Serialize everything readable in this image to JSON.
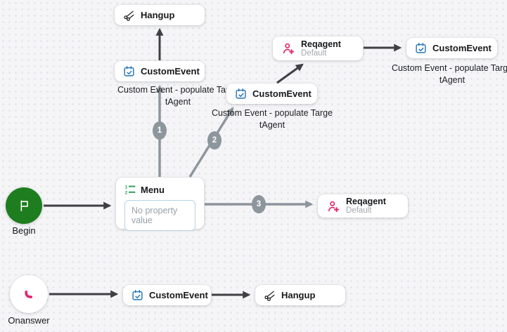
{
  "nodes": {
    "hangup_top": {
      "label": "Hangup"
    },
    "customevent_top_left": {
      "label": "CustomEvent",
      "caption_line1": "Custom Event - populate Targe",
      "caption_line2": "tAgent"
    },
    "reqagent_top": {
      "label": "Reqagent",
      "sublabel": "Default"
    },
    "customevent_top_right": {
      "label": "CustomEvent",
      "caption_line1": "Custom Event - populate Targe",
      "caption_line2": "tAgent"
    },
    "customevent_middle": {
      "label": "CustomEvent",
      "caption_line1": "Custom Event - populate Targe",
      "caption_line2": "tAgent"
    },
    "menu": {
      "label": "Menu",
      "property_placeholder": "No property value"
    },
    "reqagent_right": {
      "label": "Reqagent",
      "sublabel": "Default"
    },
    "begin": {
      "label": "Begin"
    },
    "onanswer": {
      "label": "Onanswer"
    },
    "customevent_bottom": {
      "label": "CustomEvent"
    },
    "hangup_bottom": {
      "label": "Hangup"
    }
  },
  "edge_badges": {
    "badge_1": "1",
    "badge_2": "2",
    "badge_3": "3"
  },
  "icons": {
    "hangup": "scissors-disconnect-icon",
    "customevent": "calendar-check-icon",
    "reqagent": "person-add-icon",
    "menu": "numbered-list-icon",
    "begin": "flag-icon",
    "onanswer": "phone-handset-icon"
  },
  "colors": {
    "canvas_bg": "#f5f5f7",
    "canvas_dot": "#e1e1e6",
    "edge_dark": "#3f4043",
    "edge_gray": "#8d959d",
    "badge_bg": "#8d959d",
    "calendar_icon_blue": "#2273b8",
    "agent_icon_pink": "#e0266f",
    "menu_icon_green": "#2f9e5f",
    "begin_green": "#1e7d1f",
    "phone_icon_pink": "#e0266f",
    "property_border_blue": "#b5d2e6"
  }
}
